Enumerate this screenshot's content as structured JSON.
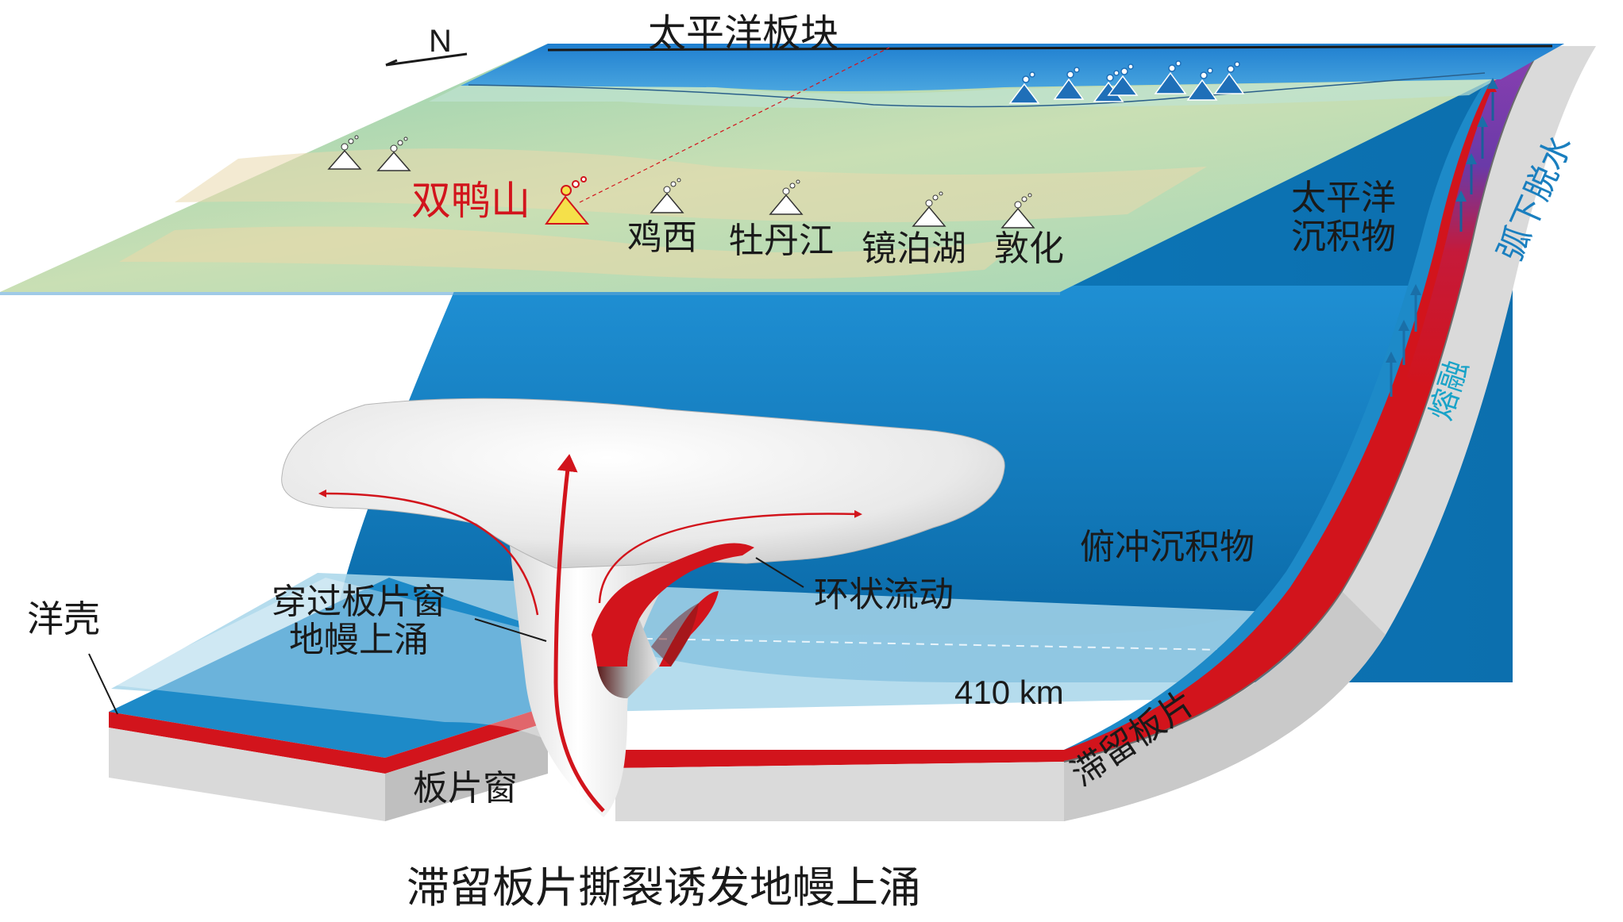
{
  "diagram": {
    "north_label": "N",
    "pacific_plate": "太平洋板块",
    "pacific_sediment_line1": "太平洋",
    "pacific_sediment_line2": "沉积物",
    "forearc_sediment": "俯冲沉积物",
    "ring_flow": "环状流动",
    "oceanic_crust": "洋壳",
    "slab_window": "板片窗",
    "upwelling_line1": "穿过板片窗",
    "upwelling_line2": "地幔上涌",
    "depth_410": "410 km",
    "stagnant_slab": "滞留板片",
    "melting": "熔融",
    "arc_dehydration": "弧下脱水",
    "caption": "滞留板片撕裂诱发地幔上涌",
    "volcanoes": {
      "shuangyashan": "双鸭山",
      "jixi": "鸡西",
      "mudanjiang": "牡丹江",
      "jingpohu": "镜泊湖",
      "dunhua": "敦化"
    }
  },
  "colors": {
    "ocean_blue": "#1a86c8",
    "slab_red": "#d2141c",
    "slab_grey": "#d8d8d8",
    "plume_grey": "#e6e6e6",
    "highlight_volcano": "#f5e04a",
    "label_red": "#d2141c",
    "melting_cyan": "#1aa3c8"
  }
}
